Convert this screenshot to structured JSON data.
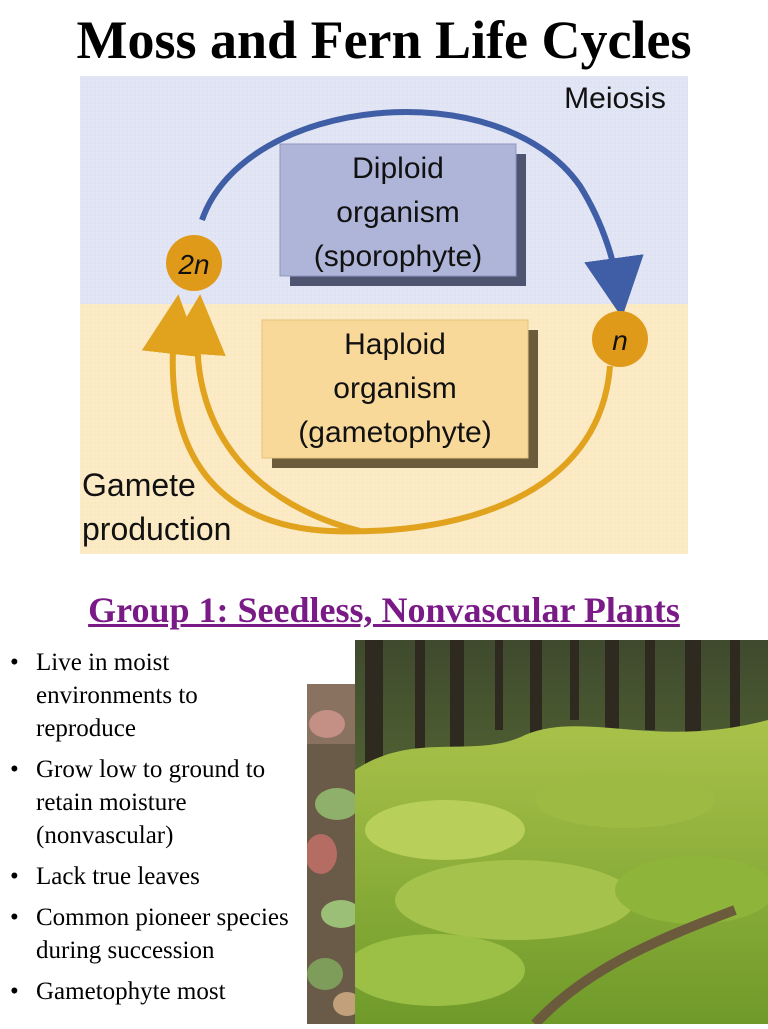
{
  "title": "Moss and Fern Life Cycles",
  "diagram": {
    "meiosis_label": "Meiosis",
    "diploid_box": [
      "Diploid",
      "organism",
      "(sporophyte)"
    ],
    "haploid_box": [
      "Haploid",
      "organism",
      "(gametophyte)"
    ],
    "diploid_symbol": "2n",
    "haploid_symbol": "n",
    "gamete_label": [
      "Gamete",
      "production"
    ],
    "colors": {
      "diploid_bg": "#dfe3f3",
      "haploid_bg": "#fbe9c2",
      "arrow_blue": "#3f5ea6",
      "arrow_orange": "#e1a21e",
      "circle": "#e09a1a"
    }
  },
  "subtitle": "Group 1: Seedless, Nonvascular Plants",
  "bullets": [
    "Live in moist environments to reproduce",
    "Grow low to ground to retain moisture (nonvascular)",
    "Lack true leaves",
    "Common pioneer species during succession",
    "Gametophyte most"
  ],
  "bullet_symbol": "•",
  "images": {
    "forest": "moss-covered forest floor photo",
    "small": "moss close-up photo"
  }
}
